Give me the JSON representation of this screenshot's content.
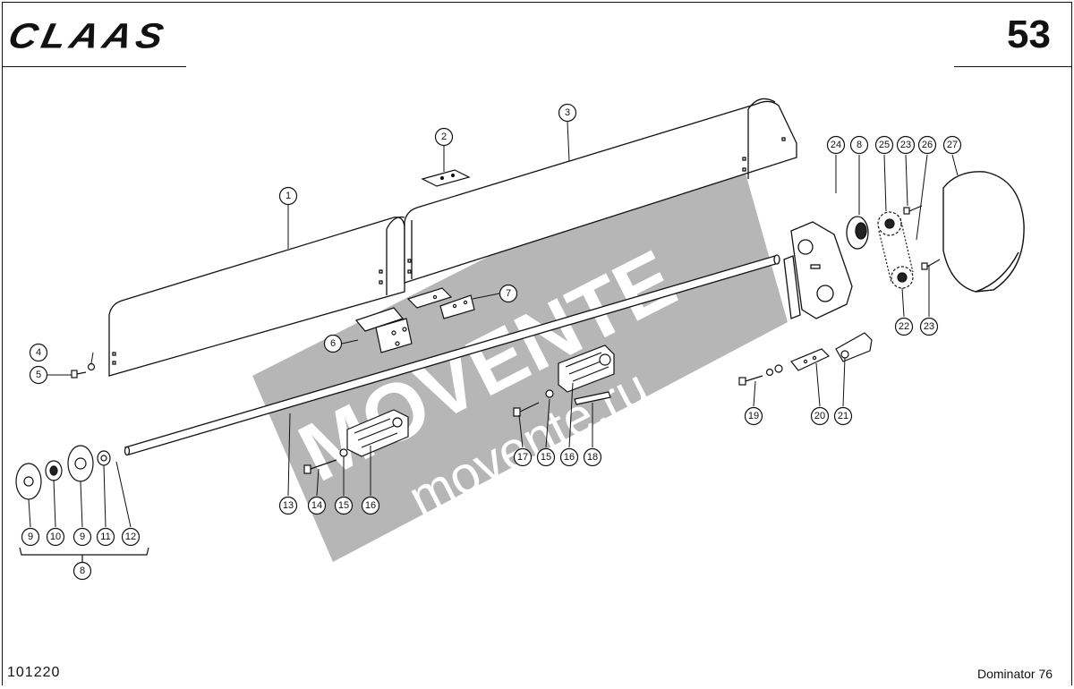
{
  "header": {
    "brand": "CLAAS",
    "page_number": "53"
  },
  "footer": {
    "doc_code": "101220",
    "model": "Dominator 76"
  },
  "watermark": {
    "title": "MOVENTE",
    "url": "movente.ru",
    "color": "#9a9a9a"
  },
  "callouts": [
    "1",
    "2",
    "3",
    "4",
    "5",
    "6",
    "7",
    "24",
    "8",
    "25",
    "23",
    "26",
    "27",
    "13",
    "14",
    "15",
    "16",
    "17",
    "15",
    "16",
    "18",
    "19",
    "20",
    "21",
    "22",
    "23",
    "9",
    "10",
    "9",
    "11",
    "12",
    "8"
  ]
}
